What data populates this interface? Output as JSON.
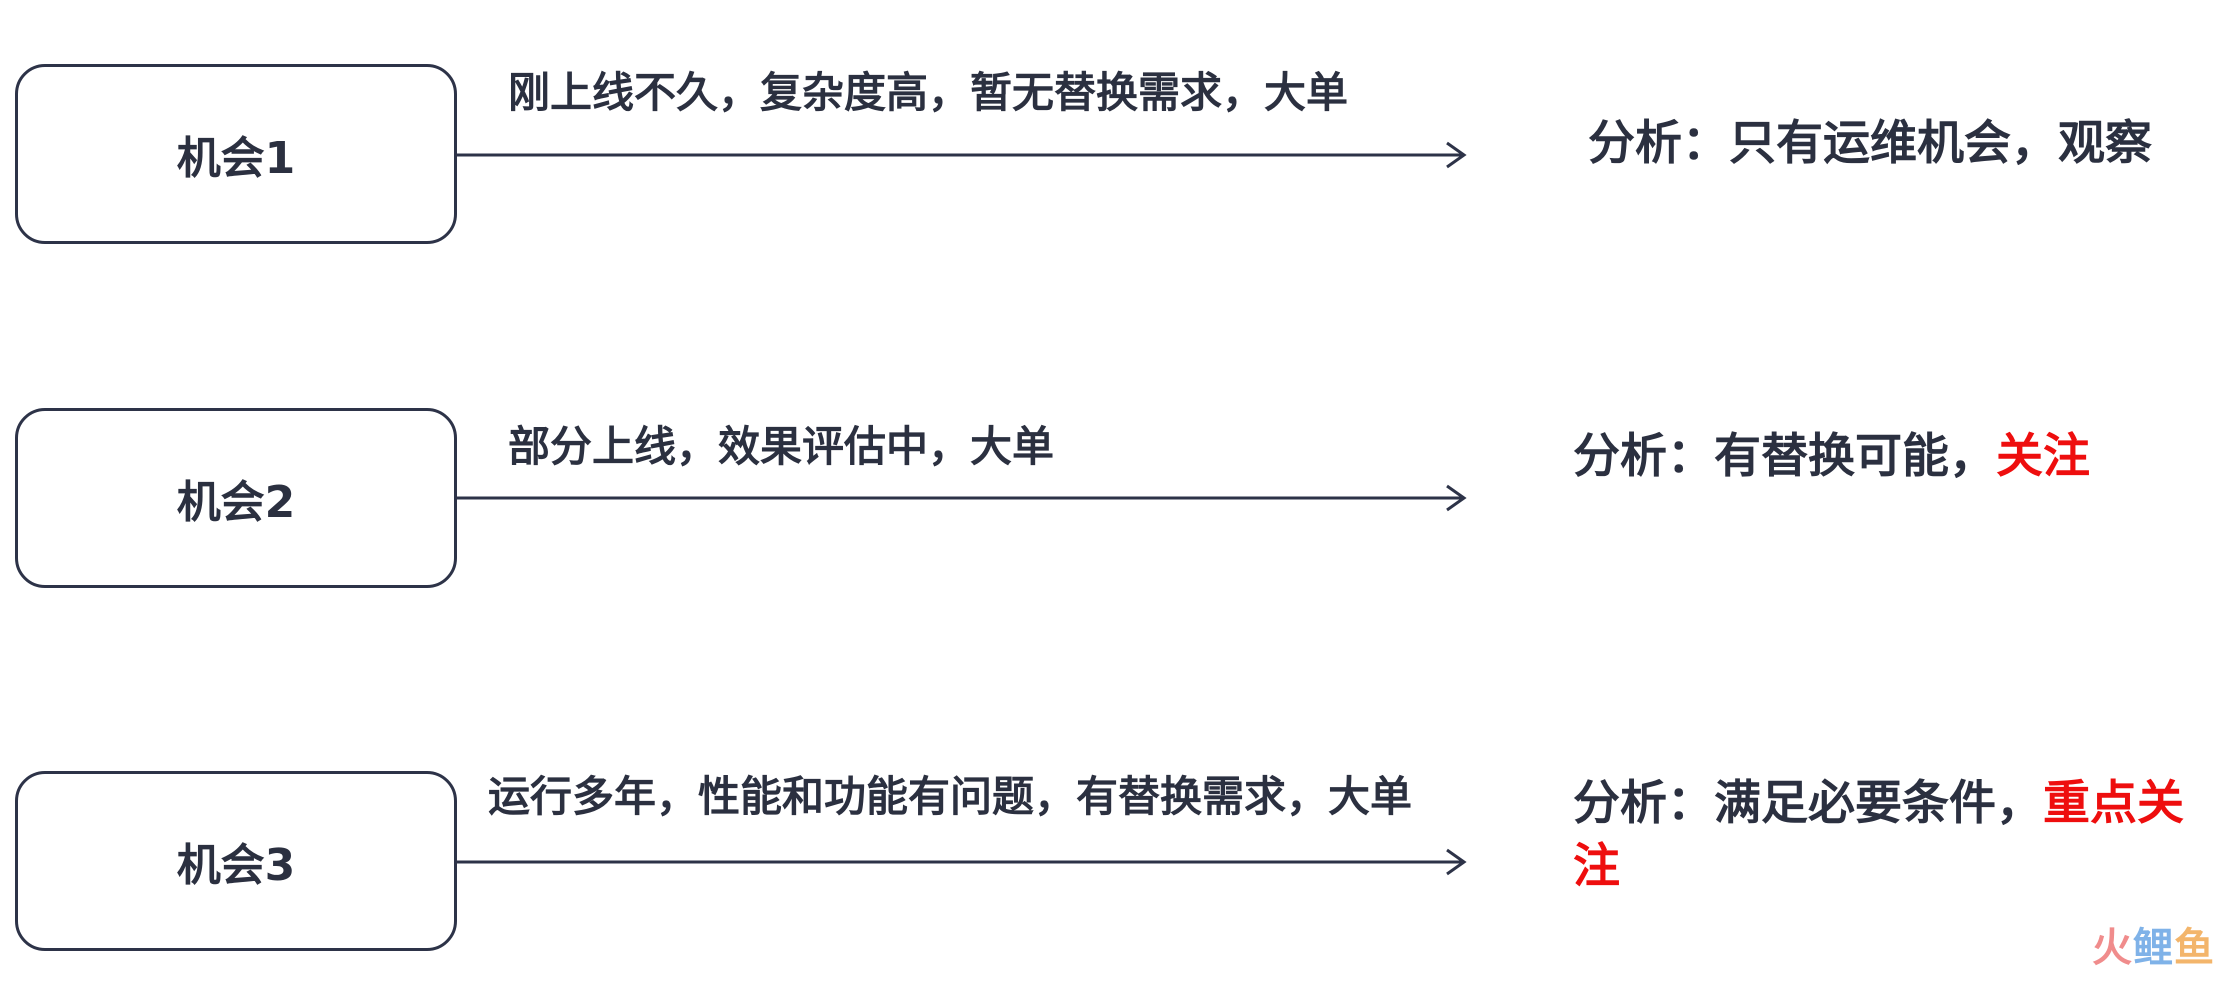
{
  "rows": [
    {
      "box_label": "机会1",
      "edge_label": "刚上线不久，复杂度高，暂无替换需求，大单",
      "analysis_text": "分析：只有运维机会，观察",
      "analysis_highlight": ""
    },
    {
      "box_label": "机会2",
      "edge_label": "部分上线，效果评估中，大单",
      "analysis_text": "分析：有替换可能，",
      "analysis_highlight": "关注"
    },
    {
      "box_label": "机会3",
      "edge_label": "运行多年，性能和功能有问题，有替换需求，大单",
      "analysis_text": "分析：满足必要条件，",
      "analysis_highlight": "重点关注"
    }
  ],
  "watermark": {
    "part1": "火",
    "part2": "鲤",
    "part3": "鱼"
  },
  "colors": {
    "text": "#2b3040",
    "stroke": "#2d3348",
    "highlight": "#ee0e0e"
  }
}
